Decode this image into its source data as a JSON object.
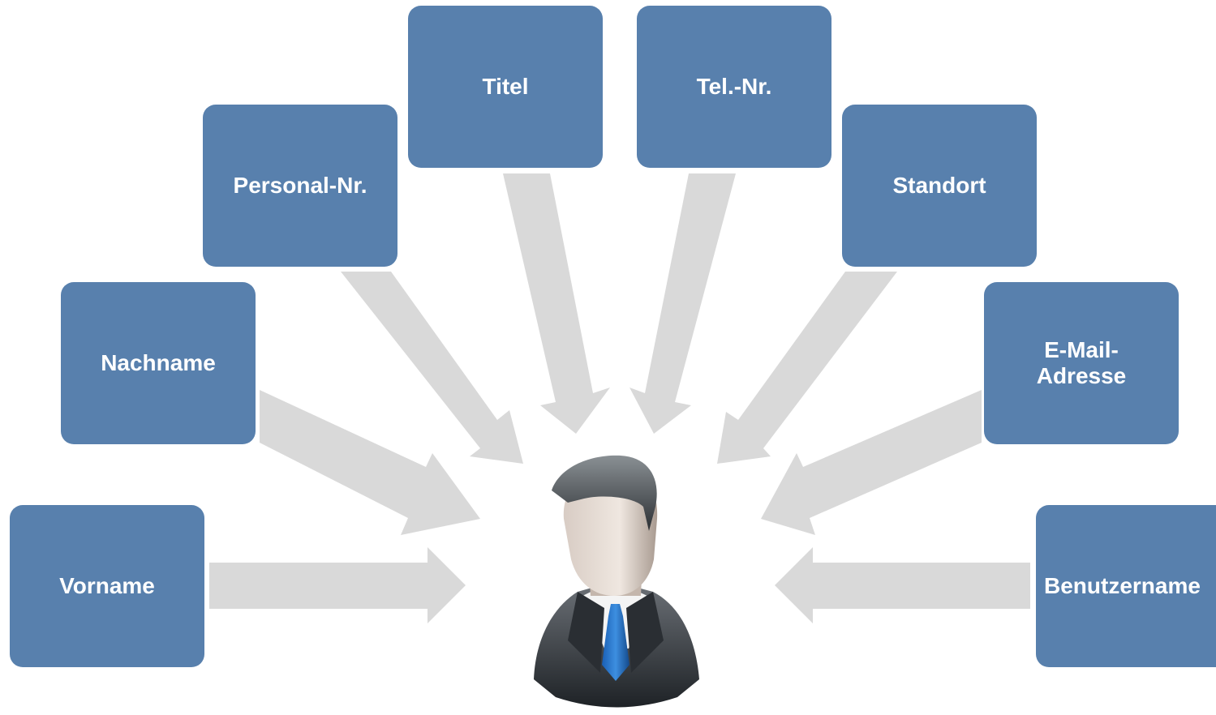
{
  "diagram": {
    "fields": [
      {
        "id": "vorname",
        "label": "Vorname"
      },
      {
        "id": "nachname",
        "label": "Nachname"
      },
      {
        "id": "personal-nr",
        "label": "Personal-Nr."
      },
      {
        "id": "titel",
        "label": "Titel"
      },
      {
        "id": "tel-nr",
        "label": "Tel.-Nr."
      },
      {
        "id": "standort",
        "label": "Standort"
      },
      {
        "id": "email",
        "label": "E-Mail-\nAdresse"
      },
      {
        "id": "benutzername",
        "label": "Benutzername"
      }
    ],
    "center": {
      "icon": "user-avatar-icon"
    },
    "colors": {
      "box": "#5880ad",
      "box_text": "#ffffff",
      "arrow": "#d9d9d9"
    }
  }
}
